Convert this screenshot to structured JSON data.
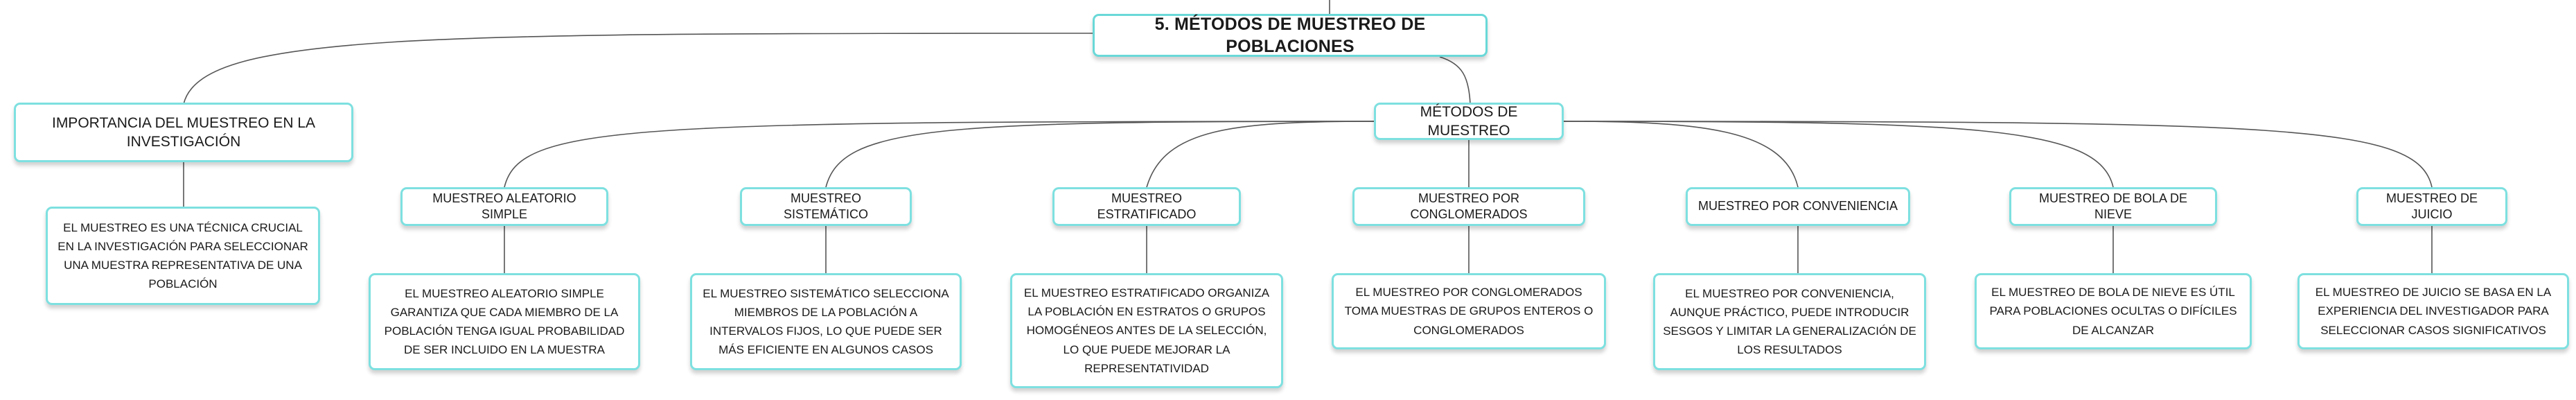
{
  "root": {
    "label": "5. MÉTODOS DE MUESTREO DE POBLACIONES"
  },
  "importance": {
    "label": "IMPORTANCIA DEL MUESTREO EN LA INVESTIGACIÓN",
    "description": "EL MUESTREO ES UNA TÉCNICA CRUCIAL EN LA INVESTIGACIÓN PARA SELECCIONAR UNA MUESTRA REPRESENTATIVA DE UNA POBLACIÓN"
  },
  "methods_group": {
    "label": "MÉTODOS DE MUESTREO"
  },
  "methods": [
    {
      "label": "MUESTREO ALEATORIO SIMPLE",
      "description": "EL MUESTREO ALEATORIO SIMPLE GARANTIZA QUE CADA MIEMBRO DE LA POBLACIÓN TENGA IGUAL PROBABILIDAD DE SER INCLUIDO EN LA MUESTRA"
    },
    {
      "label": "MUESTREO SISTEMÁTICO",
      "description": "EL MUESTREO SISTEMÁTICO SELECCIONA MIEMBROS DE LA POBLACIÓN A INTERVALOS FIJOS, LO QUE PUEDE SER MÁS EFICIENTE EN ALGUNOS CASOS"
    },
    {
      "label": "MUESTREO ESTRATIFICADO",
      "description": "EL MUESTREO ESTRATIFICADO ORGANIZA LA POBLACIÓN EN ESTRATOS O GRUPOS HOMOGÉNEOS ANTES DE LA SELECCIÓN, LO QUE PUEDE MEJORAR LA REPRESENTATIVIDAD"
    },
    {
      "label": "MUESTREO POR CONGLOMERADOS",
      "description": "EL MUESTREO POR CONGLOMERADOS TOMA MUESTRAS DE GRUPOS ENTEROS O CONGLOMERADOS"
    },
    {
      "label": "MUESTREO POR CONVENIENCIA",
      "description": "EL MUESTREO POR CONVENIENCIA, AUNQUE PRÁCTICO, PUEDE INTRODUCIR SESGOS Y LIMITAR LA GENERALIZACIÓN DE LOS RESULTADOS"
    },
    {
      "label": "MUESTREO DE BOLA DE NIEVE",
      "description": "EL MUESTREO DE BOLA DE NIEVE ES ÚTIL PARA POBLACIONES OCULTAS O DIFÍCILES DE ALCANZAR"
    },
    {
      "label": "MUESTREO DE JUICIO",
      "description": "EL MUESTREO DE JUICIO SE BASA EN LA EXPERIENCIA DEL INVESTIGADOR PARA SELECCIONAR CASOS SIGNIFICATIVOS"
    }
  ],
  "colors": {
    "node_border": "#7ee0e0",
    "connector": "#555555"
  }
}
